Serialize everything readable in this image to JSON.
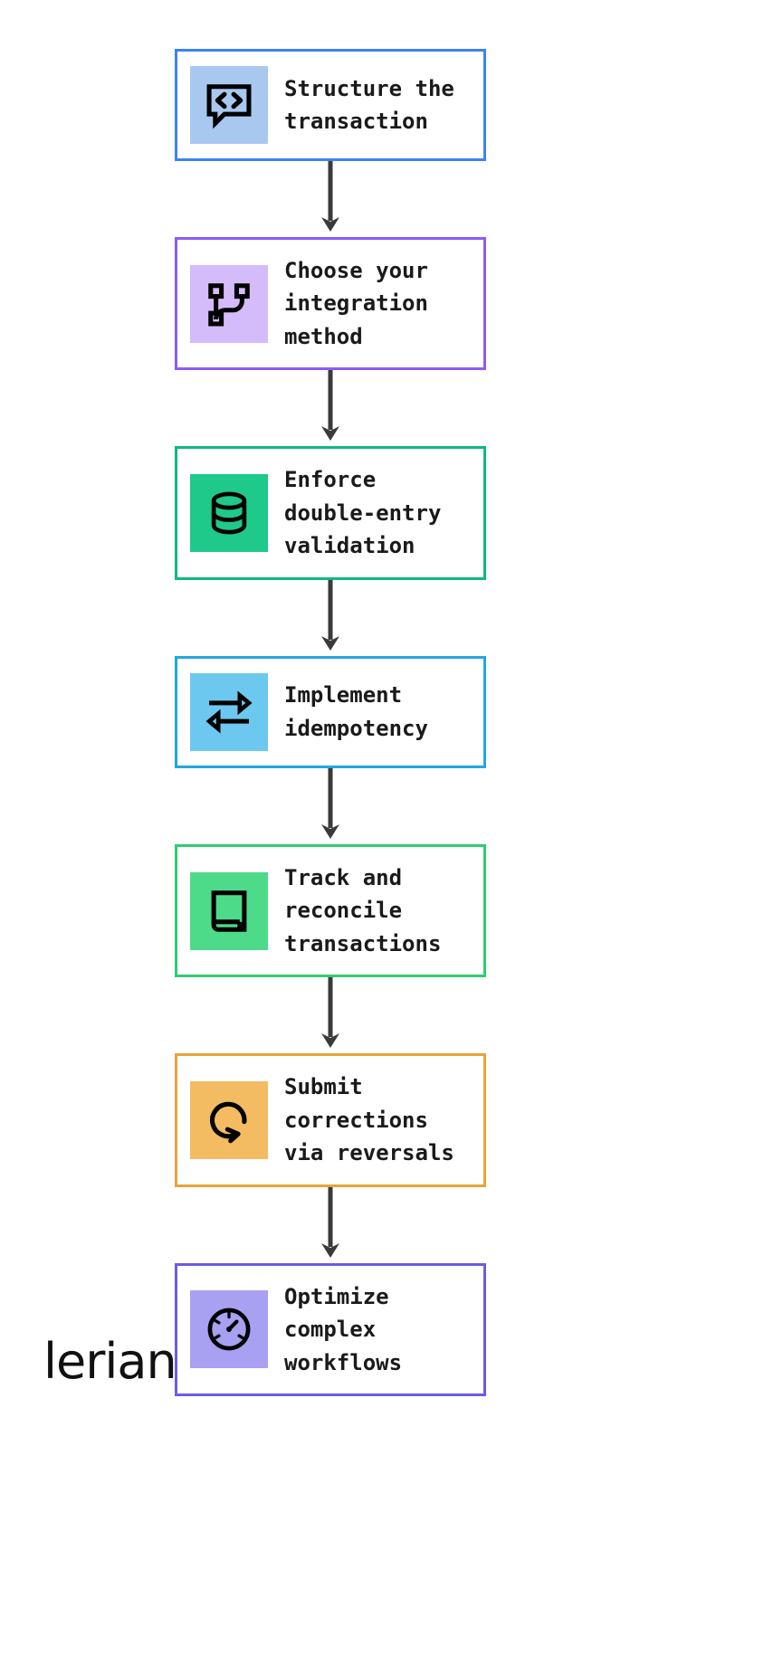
{
  "diagram": {
    "type": "flowchart",
    "orientation": "vertical",
    "connector_color": "#3a3a3a",
    "background": "#ffffff",
    "steps": [
      {
        "order": "1",
        "label": "Structure the\ntransaction",
        "icon": "code-chat-icon",
        "border_color": "#3b82f6",
        "tile_color": "#a8c8f0",
        "icon_color": "#000000"
      },
      {
        "order": "2",
        "label": "Choose your\nintegration\nmethod",
        "icon": "git-branch-icon",
        "border_color": "#8b5cf6",
        "tile_color": "#d4bbfa",
        "icon_color": "#000000"
      },
      {
        "order": "3",
        "label": "Enforce\ndouble-entry\nvalidation",
        "icon": "database-icon",
        "border_color": "#10b981",
        "tile_color": "#1ec98a",
        "icon_color": "#000000"
      },
      {
        "order": "4",
        "label": "Implement\nidempotency",
        "icon": "swap-arrows-icon",
        "border_color": "#22a7e0",
        "tile_color": "#6cc8ee",
        "icon_color": "#000000"
      },
      {
        "order": "5",
        "label": "Track and\nreconcile\ntransactions",
        "icon": "book-icon",
        "border_color": "#2ecc71",
        "tile_color": "#4ddb8a",
        "icon_color": "#000000"
      },
      {
        "order": "6",
        "label": "Submit\ncorrections\nvia reversals",
        "icon": "rotate-ccw-icon",
        "border_color": "#e8a43a",
        "tile_color": "#f4bc62",
        "icon_color": "#000000"
      },
      {
        "order": "7",
        "label": "Optimize\ncomplex\nworkflows",
        "icon": "gauge-icon",
        "border_color": "#6b5ce7",
        "tile_color": "#a8a0f0",
        "icon_color": "#000000"
      }
    ]
  },
  "branding": {
    "wordmark": "lerian",
    "color": "#111111"
  }
}
